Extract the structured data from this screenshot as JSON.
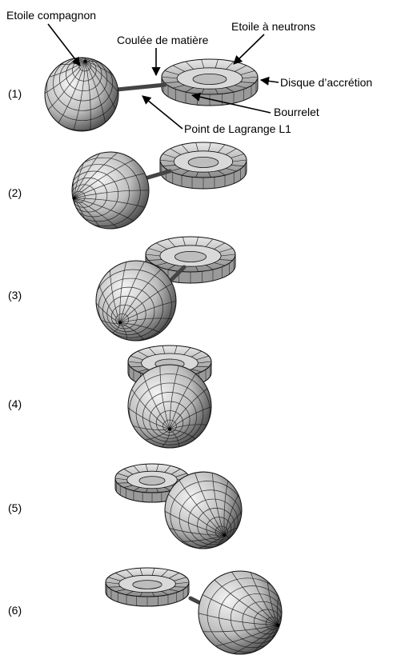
{
  "labels": {
    "companion_star": "Etoile compagnon",
    "neutron_star": "Etoile à neutrons",
    "mass_flow": "Coulée de matière",
    "accretion_disk": "Disque d’accrétion",
    "bulge": "Bourrelet",
    "lagrange_point": "Point de Lagrange L1"
  },
  "frames": [
    {
      "label": "(1)"
    },
    {
      "label": "(2)"
    },
    {
      "label": "(3)"
    },
    {
      "label": "(4)"
    },
    {
      "label": "(5)"
    },
    {
      "label": "(6)"
    }
  ],
  "colors": {
    "sphere_light": "#f2f2f2",
    "sphere_dark": "#3a3a3a",
    "mesh_line": "#111111",
    "disk_fill": "#cfcfcf",
    "text": "#000000"
  }
}
